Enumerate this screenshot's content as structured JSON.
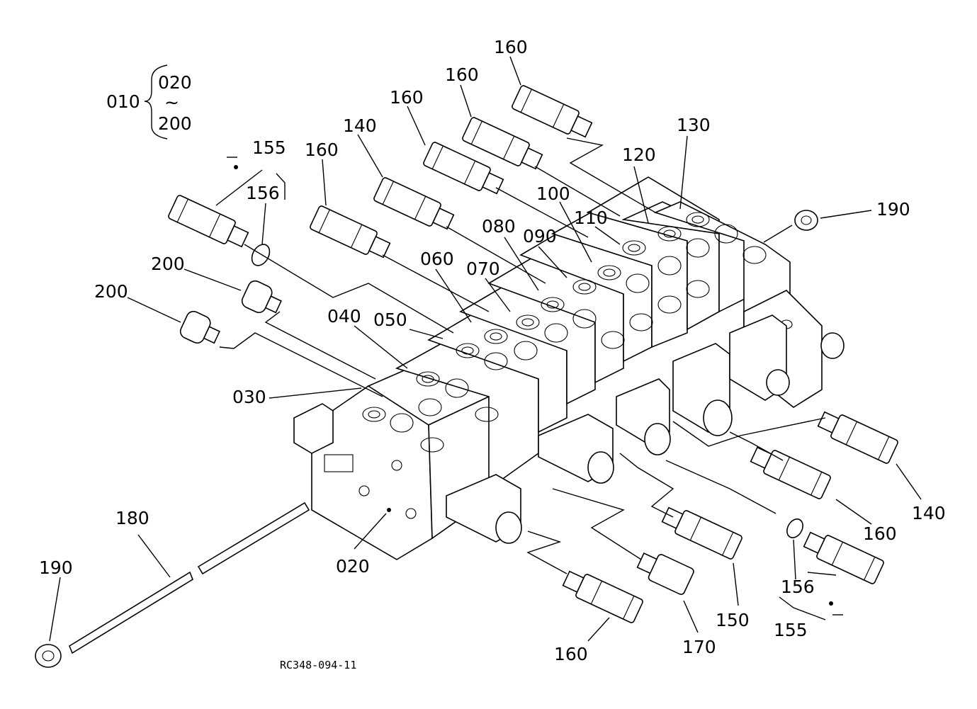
{
  "assembly": {
    "main_label": "010",
    "range_from": "020",
    "range_sep": "~",
    "range_to": "200"
  },
  "callouts": {
    "c020": "020",
    "c030": "030",
    "c040": "040",
    "c050": "050",
    "c060": "060",
    "c070": "070",
    "c080": "080",
    "c090": "090",
    "c100": "100",
    "c110": "110",
    "c120": "120",
    "c130": "130",
    "c140_top": "140",
    "c140_right": "140",
    "c150": "150",
    "c155_top": "155",
    "c155_bottom": "155",
    "c156_top": "156",
    "c156_bottom": "156",
    "c160_a": "160",
    "c160_b": "160",
    "c160_c": "160",
    "c160_d": "160",
    "c160_right": "160",
    "c160_bottom": "160",
    "c170": "170",
    "c180": "180",
    "c190_right": "190",
    "c190_left": "190",
    "c200_a": "200",
    "c200_b": "200"
  },
  "drawing_code": "RC348-094-11"
}
